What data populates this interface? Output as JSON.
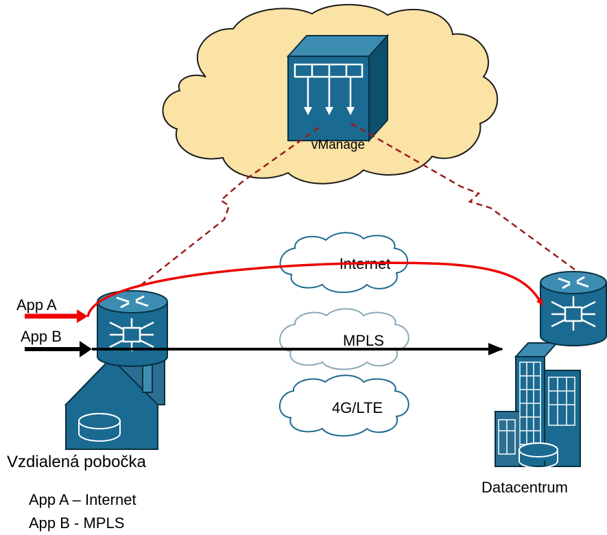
{
  "labels": {
    "controller": "vManage",
    "cloud_internet": "Internet",
    "cloud_mpls": "MPLS",
    "cloud_lte": "4G/LTE",
    "branch": "Vzdialená pobočka",
    "datacenter": "Datacentrum",
    "app_a": "App A",
    "app_b": "App B"
  },
  "policy": {
    "line1": "App A – Internet",
    "line2": "App B - MPLS"
  },
  "colors": {
    "cloud_fill": "#fbe2a5",
    "device_blue": "#1a6a91",
    "device_outline": "#08303f",
    "control_link": "#9b1b1b",
    "app_a_path": "#ee0000",
    "app_b_path": "#000000"
  }
}
